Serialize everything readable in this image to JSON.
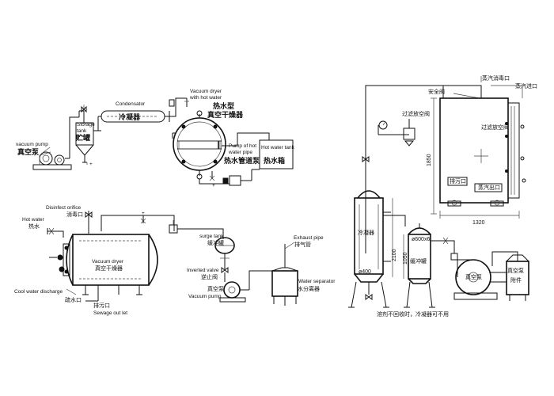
{
  "top_left": {
    "vacuum_pump_en": "vacuum pump",
    "vacuum_pump_zh": "真空泵",
    "storage_tank_en_1": "Storage",
    "storage_tank_en_2": "tank",
    "storage_tank_zh": "贮罐",
    "condensator_en": "Condensator",
    "condensator_zh": "冷凝器",
    "dryer_en_1": "Vacuum dryer",
    "dryer_en_2": "with hot water",
    "dryer_zh_1": "热水型",
    "dryer_zh_2": "真空干燥器",
    "pump_en_1": "Pump of hot",
    "pump_en_2": "water pipe",
    "pump_zh": "热水管道泵",
    "hw_tank_en": "Hot water tank",
    "hw_tank_zh": "热水箱"
  },
  "bottom_left": {
    "disinfect_en": "Disinfect orifice",
    "disinfect_zh": "消毒口",
    "hot_water_en": "Hot water",
    "hot_water_zh": "热水",
    "dryer_en": "Vacuum dryer",
    "dryer_zh": "真空干燥器",
    "cool_water_en": "Cool water discharge",
    "cool_water_zh": "疏水口",
    "sewage_zh": "排污口",
    "sewage_en": "Sewage out let"
  },
  "bottom_mid": {
    "surge_en": "surge tank",
    "surge_zh": "缓冲罐",
    "inverted_en": "Inverted valve",
    "inverted_zh": "逆止阀",
    "vac_pump_zh": "真空泵",
    "vac_pump_en": "Vacuum pump",
    "exhaust_en": "Exhaust pipe",
    "exhaust_zh": "排气管",
    "separator_en": "Water separator",
    "separator_zh": "水分离器"
  },
  "right": {
    "safety_valve_zh": "安全阀",
    "filter_valve_zh": "过滤放空阀",
    "steam_muffler_zh": "蒸汽消毒口",
    "steam_inlet_zh": "蒸汽进口",
    "filter_vent_zh": "过滤放空阀",
    "drain_zh": "排污口",
    "steam_outlet_zh": "蒸汽出口",
    "dim_1320": "1320",
    "dim_1850": "1850",
    "condenser_zh": "冷凝器",
    "dim_2100": "2100",
    "dim_400": "ø400",
    "surge_tank_zh": "缓冲罐",
    "dim_1050": "1050",
    "dim_600": "ø600x6",
    "vac_pump_zh": "真空泵",
    "vac_pump_accessory_zh_1": "真空泵",
    "vac_pump_accessory_zh_2": "附件",
    "footnote_zh": "溶剂不回收时，冷凝器可不用"
  }
}
